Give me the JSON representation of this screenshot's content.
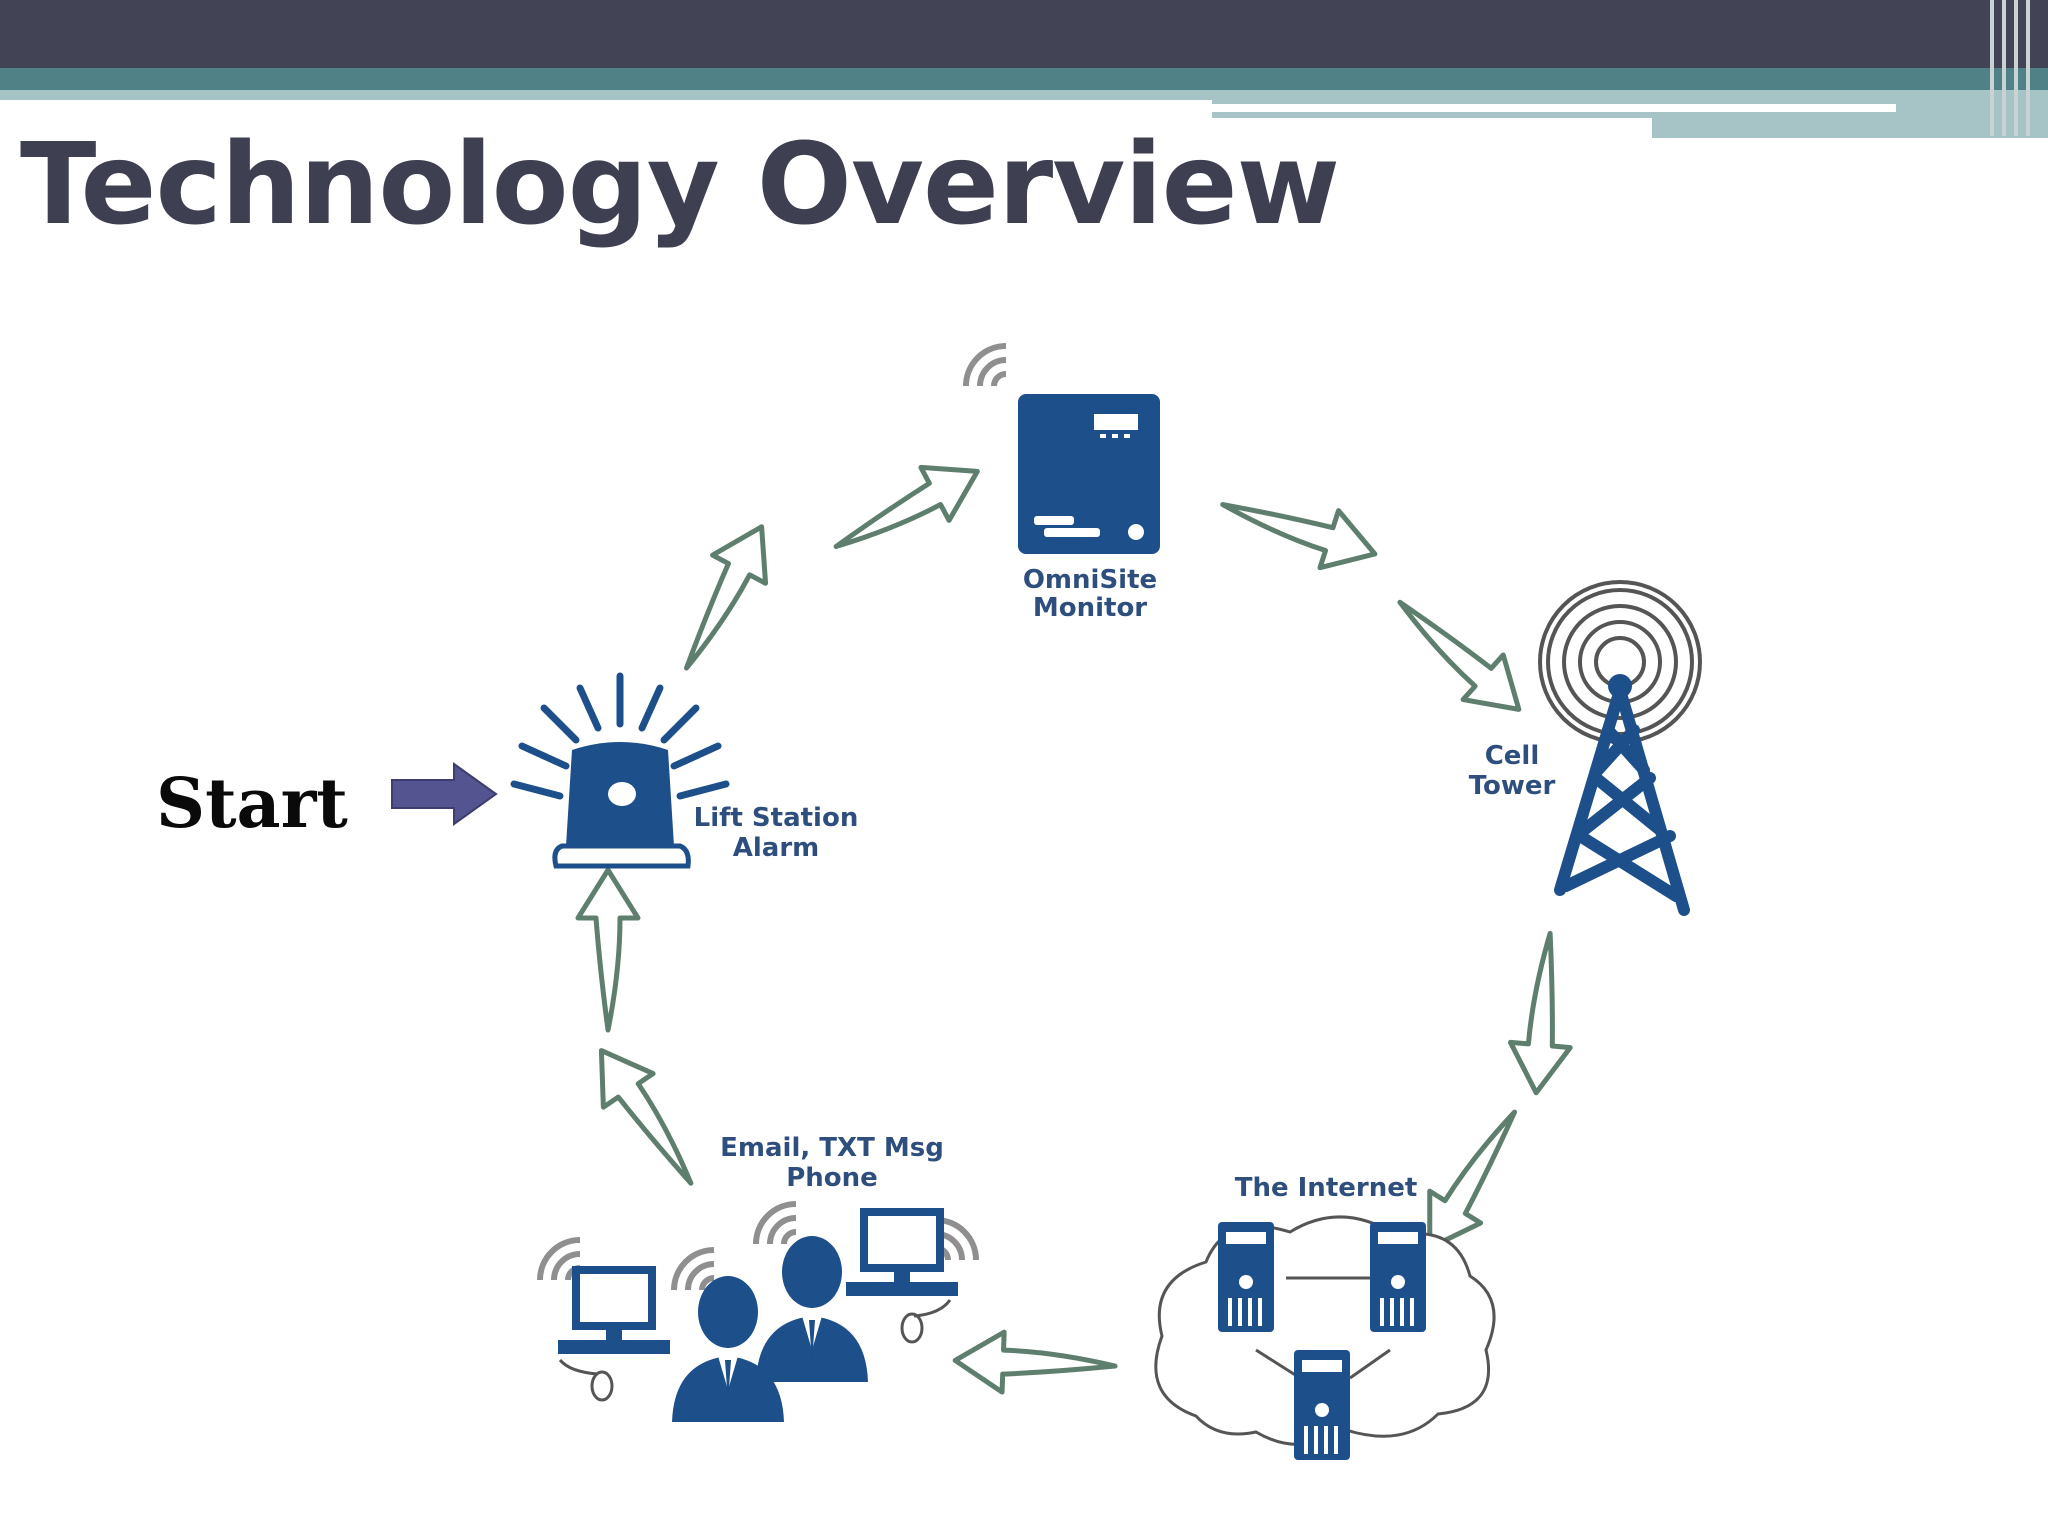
{
  "slide": {
    "title": "Technology Overview",
    "start_label": "Start"
  },
  "nodes": {
    "monitor": {
      "line1": "OmniSite",
      "line2": "Monitor"
    },
    "tower": {
      "line1": "Cell",
      "line2": "Tower"
    },
    "internet": {
      "line1": "The Internet"
    },
    "notify": {
      "line1": "Email, TXT Msg",
      "line2": "Phone"
    },
    "alarm": {
      "line1": "Lift Station",
      "line2": "Alarm"
    }
  },
  "colors": {
    "icon_blue": "#1d4f8a",
    "arrow_outline": "#5f7f6e",
    "start_arrow": "#545490"
  }
}
